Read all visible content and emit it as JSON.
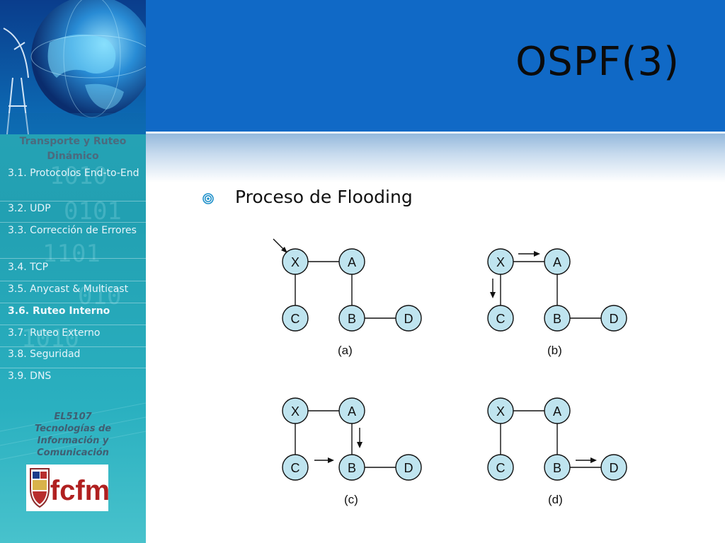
{
  "sidebar": {
    "course_title_line1": "Transporte y Ruteo",
    "course_title_line2": "Dinámico",
    "nav_items": [
      {
        "label": "3.1.  Protocolos End-to-End",
        "active": false
      },
      {
        "label": "3.2. UDP",
        "active": false
      },
      {
        "label": "3.3. Corrección de Errores",
        "active": false
      },
      {
        "label": "3.4.  TCP",
        "active": false
      },
      {
        "label": "3.5.  Anycast & Multicast",
        "active": false
      },
      {
        "label": "3.6. Ruteo Interno",
        "active": true
      },
      {
        "label": "3.7. Ruteo Externo",
        "active": false
      },
      {
        "label": "3.8. Seguridad",
        "active": false
      },
      {
        "label": "3.9. DNS",
        "active": false
      }
    ],
    "course_code": [
      "EL5107",
      "Tecnologías de",
      "Información  y",
      "Comunicación"
    ],
    "logo_text": "fcfm"
  },
  "header": {
    "title": "OSPF(3)",
    "color": "#1069c6"
  },
  "content": {
    "bullet_icon": "target-bullet-icon",
    "bullet_text": "Proceso de Flooding",
    "diagrams": [
      {
        "caption": "(a)",
        "nodes": [
          "X",
          "A",
          "C",
          "B",
          "D"
        ]
      },
      {
        "caption": "(b)",
        "nodes": [
          "X",
          "A",
          "C",
          "B",
          "D"
        ]
      },
      {
        "caption": "(c)",
        "nodes": [
          "X",
          "A",
          "C",
          "B",
          "D"
        ]
      },
      {
        "caption": "(d)",
        "nodes": [
          "X",
          "A",
          "C",
          "B",
          "D"
        ]
      }
    ],
    "node_fill": "#bfe4ef"
  }
}
